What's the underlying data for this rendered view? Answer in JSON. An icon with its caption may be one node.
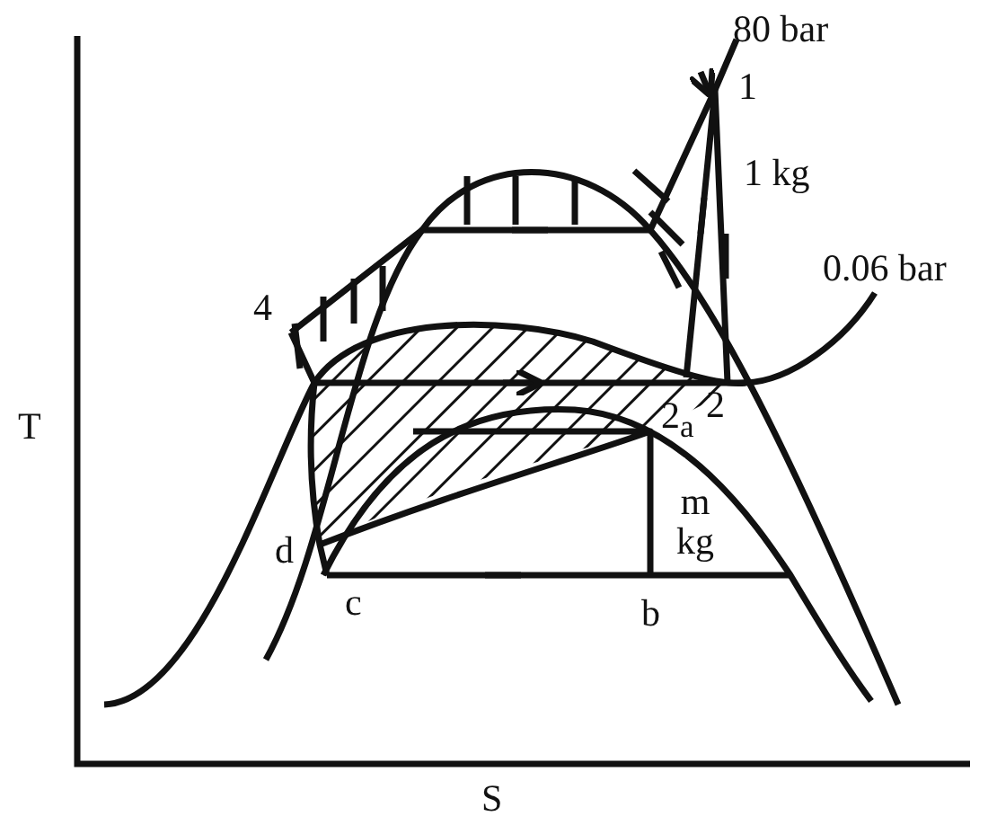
{
  "diagram": {
    "labels": [
      "80 bar",
      "1",
      "1 kg",
      "0.06 bar",
      "4",
      "T",
      "2$_{a}$",
      "2",
      "m kg",
      "d",
      "c",
      "b",
      "S"
    ]
  }
}
